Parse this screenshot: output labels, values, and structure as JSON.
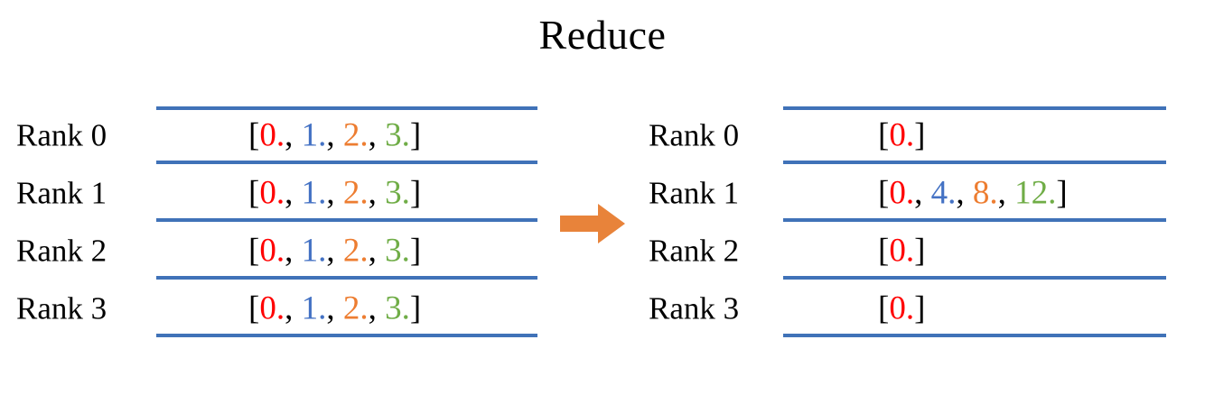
{
  "title": "Reduce",
  "colors": {
    "red": "#ff0000",
    "blue": "#4472c4",
    "orange": "#ed7d31",
    "green": "#70ad47",
    "rule": "#4072b8",
    "arrow": "#e8833a",
    "text": "#000000",
    "background": "#ffffff"
  },
  "arrow": {
    "icon": "arrow-right-icon",
    "direction": "right"
  },
  "source_panel": {
    "name": "input-buffers",
    "rows": [
      {
        "label": "Rank 0",
        "open": "[",
        "close": "]",
        "values": [
          {
            "text": "0.",
            "color": "red"
          },
          {
            "text": "1.",
            "color": "blue"
          },
          {
            "text": "2.",
            "color": "orange"
          },
          {
            "text": "3.",
            "color": "green"
          }
        ]
      },
      {
        "label": "Rank 1",
        "open": "[",
        "close": "]",
        "values": [
          {
            "text": "0.",
            "color": "red"
          },
          {
            "text": "1.",
            "color": "blue"
          },
          {
            "text": "2.",
            "color": "orange"
          },
          {
            "text": "3.",
            "color": "green"
          }
        ]
      },
      {
        "label": "Rank 2",
        "open": "[",
        "close": "]",
        "values": [
          {
            "text": "0.",
            "color": "red"
          },
          {
            "text": "1.",
            "color": "blue"
          },
          {
            "text": "2.",
            "color": "orange"
          },
          {
            "text": "3.",
            "color": "green"
          }
        ]
      },
      {
        "label": "Rank 3",
        "open": "[",
        "close": "]",
        "values": [
          {
            "text": "0.",
            "color": "red"
          },
          {
            "text": "1.",
            "color": "blue"
          },
          {
            "text": "2.",
            "color": "orange"
          },
          {
            "text": "3.",
            "color": "green"
          }
        ]
      }
    ]
  },
  "result_panel": {
    "name": "output-buffers",
    "rows": [
      {
        "label": "Rank 0",
        "open": "[",
        "close": "]",
        "values": [
          {
            "text": "0.",
            "color": "red"
          }
        ]
      },
      {
        "label": "Rank 1",
        "open": "[",
        "close": "]",
        "values": [
          {
            "text": "0.",
            "color": "red"
          },
          {
            "text": "4.",
            "color": "blue"
          },
          {
            "text": "8.",
            "color": "orange"
          },
          {
            "text": "12.",
            "color": "green"
          }
        ]
      },
      {
        "label": "Rank 2",
        "open": "[",
        "close": "]",
        "values": [
          {
            "text": "0.",
            "color": "red"
          }
        ]
      },
      {
        "label": "Rank 3",
        "open": "[",
        "close": "]",
        "values": [
          {
            "text": "0.",
            "color": "red"
          }
        ]
      }
    ]
  }
}
